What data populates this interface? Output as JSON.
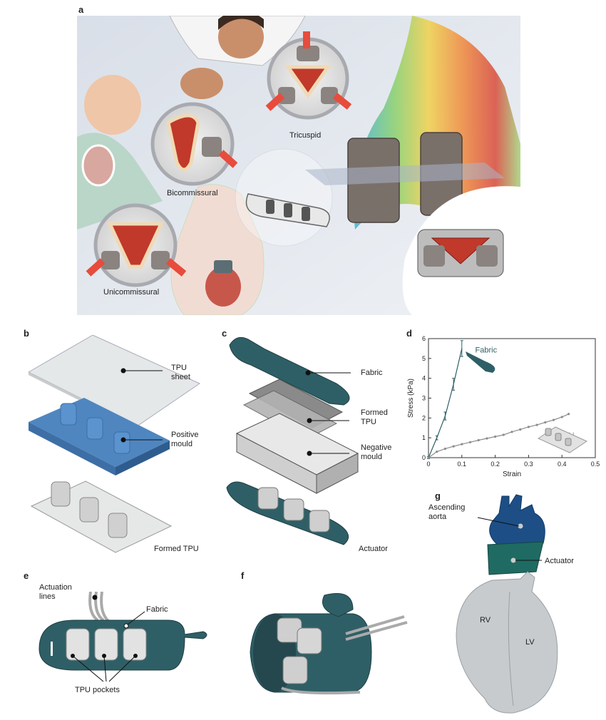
{
  "panels": {
    "a": "a",
    "b": "b",
    "c": "c",
    "d": "d",
    "e": "e",
    "f": "f",
    "g": "g"
  },
  "panel_a": {
    "tricuspid": "Tricuspid",
    "bicommissural": "Bicommissural",
    "unicommissural": "Unicommissural"
  },
  "panel_b": {
    "tpu_sheet_1": "TPU",
    "tpu_sheet_2": "sheet",
    "positive_mould_1": "Positive",
    "positive_mould_2": "mould",
    "formed_tpu": "Formed TPU"
  },
  "panel_c": {
    "fabric": "Fabric",
    "formed_tpu_1": "Formed",
    "formed_tpu_2": "TPU",
    "negative_mould_1": "Negative",
    "negative_mould_2": "mould",
    "actuator": "Actuator"
  },
  "panel_e": {
    "actuation_lines_1": "Actuation",
    "actuation_lines_2": "lines",
    "fabric": "Fabric",
    "tpu_pockets": "TPU pockets"
  },
  "panel_g": {
    "ascending_aorta_1": "Ascending",
    "ascending_aorta_2": "aorta",
    "actuator": "Actuator",
    "rv": "RV",
    "lv": "LV"
  },
  "chart_data": {
    "type": "line",
    "xlabel": "Strain",
    "ylabel": "Stress (kPa)",
    "xlim": [
      0,
      0.5
    ],
    "ylim": [
      0,
      6
    ],
    "xticks": [
      "0",
      "0.1",
      "0.2",
      "0.3",
      "0.4",
      "0.5"
    ],
    "yticks": [
      "0",
      "1",
      "2",
      "3",
      "4",
      "5",
      "6"
    ],
    "grid": false,
    "series": [
      {
        "name": "Fabric",
        "color": "#2f5f66",
        "x": [
          0,
          0.025,
          0.05,
          0.075,
          0.1
        ],
        "y": [
          0,
          1.0,
          2.1,
          3.7,
          5.5
        ],
        "err": [
          0.05,
          0.1,
          0.2,
          0.3,
          0.4
        ]
      },
      {
        "name": "TPU",
        "color": "#8c8c8c",
        "x": [
          0,
          0.025,
          0.05,
          0.075,
          0.1,
          0.125,
          0.15,
          0.175,
          0.2,
          0.225,
          0.25,
          0.275,
          0.3,
          0.325,
          0.35,
          0.375,
          0.4,
          0.42
        ],
        "y": [
          0,
          0.3,
          0.45,
          0.57,
          0.68,
          0.78,
          0.88,
          0.97,
          1.06,
          1.15,
          1.3,
          1.42,
          1.55,
          1.65,
          1.78,
          1.9,
          2.05,
          2.2
        ]
      }
    ]
  }
}
